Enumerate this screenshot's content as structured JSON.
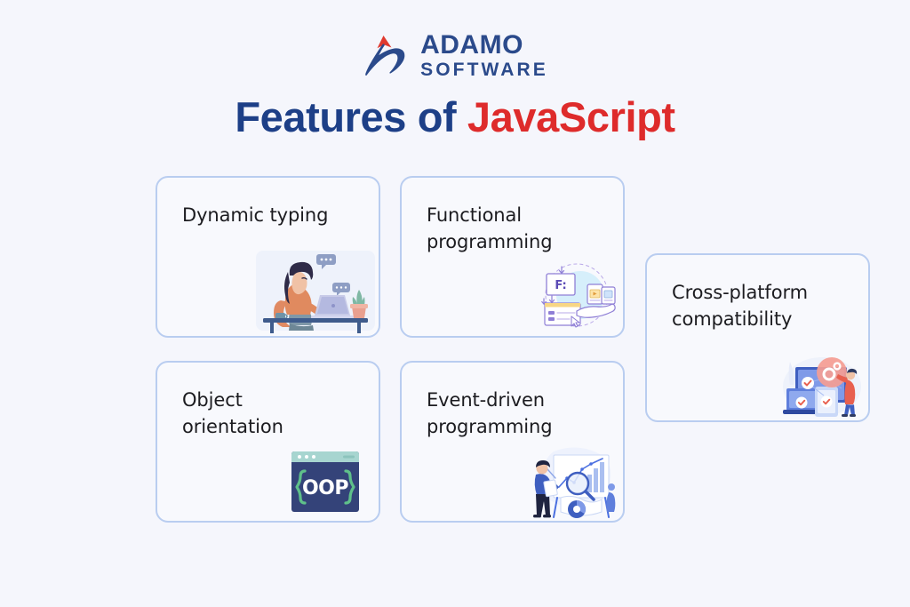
{
  "brand": {
    "logo_icon": "adamo-swoosh-logo",
    "name_top": "ADAMO",
    "name_bottom": "SOFTWARE",
    "color_navy": "#2b4a8b",
    "color_red": "#e03a2f"
  },
  "headline": {
    "part_navy": "Features of ",
    "part_red": "JavaScript",
    "color_navy": "#1d3f87",
    "color_red": "#de2b2b"
  },
  "theme": {
    "page_background": "#f5f6fc",
    "card_background": "#f8f9fd",
    "card_border": "#b9cdf0",
    "text": "#1c1c20"
  },
  "cards": [
    {
      "id": "dynamic-typing",
      "title": "Dynamic typing",
      "art_icon": "woman-at-desk-with-laptop-illustration"
    },
    {
      "id": "functional",
      "title": "Functional\nprogramming",
      "art_icon": "code-flowchart-illustration"
    },
    {
      "id": "cross-platform",
      "title": "Cross-platform\ncompatibility",
      "art_icon": "multi-device-checkmarks-illustration"
    },
    {
      "id": "object-orientation",
      "title": "Object\norientation",
      "art_icon": "oop-code-window-illustration"
    },
    {
      "id": "event-driven",
      "title": "Event-driven\nprogramming",
      "art_icon": "analyst-with-charts-illustration"
    }
  ]
}
